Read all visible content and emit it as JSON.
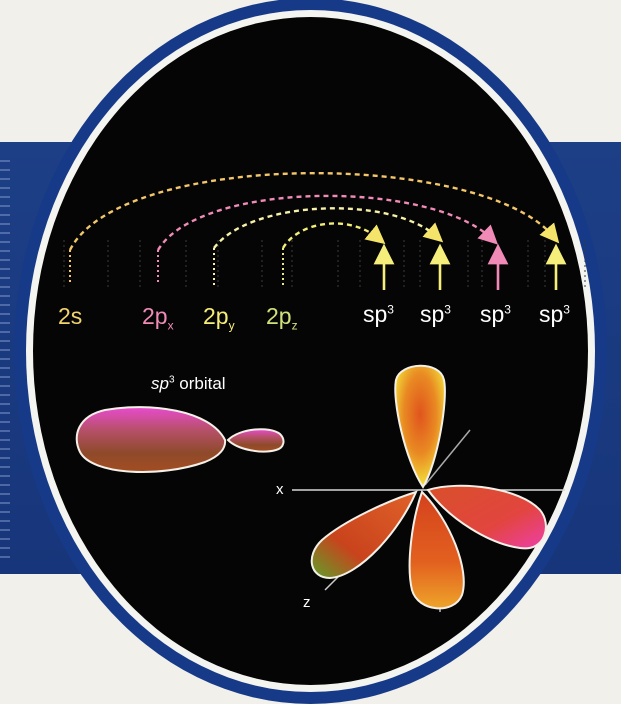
{
  "orbitals_left": [
    {
      "base": "2s",
      "sub": "",
      "color": "#f3d36a"
    },
    {
      "base": "2p",
      "sub": "x",
      "color": "#f08ab6"
    },
    {
      "base": "2p",
      "sub": "y",
      "color": "#f6ee78"
    },
    {
      "base": "2p",
      "sub": "z",
      "color": "#cfe27a"
    }
  ],
  "orbitals_right": [
    {
      "base": "sp",
      "sup": "3"
    },
    {
      "base": "sp",
      "sup": "3"
    },
    {
      "base": "sp",
      "sup": "3"
    },
    {
      "base": "sp",
      "sup": "3"
    }
  ],
  "caption": {
    "sp": "sp",
    "sup": "3",
    "rest": " orbital"
  },
  "axes": {
    "x": "x",
    "z": "z"
  },
  "colors": {
    "background": "#050505",
    "ring": "#173a88",
    "arc_2s": "#f3c66a",
    "arc_2px": "#f08ab6",
    "arc_2py": "#f6ee8a",
    "arc_2pz": "#f2ee78"
  }
}
